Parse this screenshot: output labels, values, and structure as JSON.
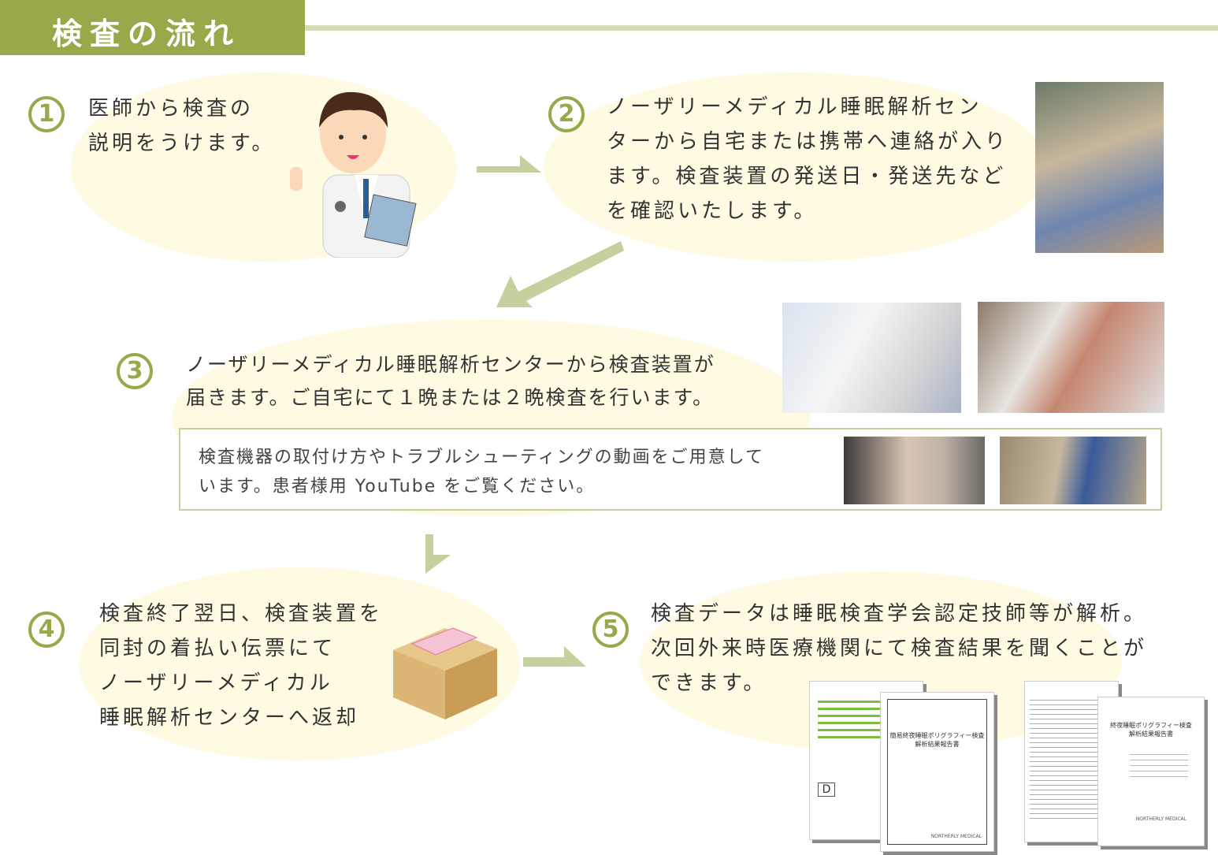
{
  "title": "検査の流れ",
  "colors": {
    "accent": "#97a94a",
    "bubble": "#fefbe2",
    "arrow": "#c5d09f"
  },
  "steps": [
    {
      "num": "1",
      "lines": [
        "医師から検査の",
        "説明をうけます。"
      ]
    },
    {
      "num": "2",
      "lines": [
        "ノーザリーメディカル睡眠解析セン",
        "ターから自宅または携帯へ連絡が入り",
        "ます。検査装置の発送日・発送先など",
        "を確認いたします。"
      ]
    },
    {
      "num": "3",
      "lines": [
        "ノーザリーメディカル睡眠解析センターから検査装置が",
        "届きます。ご自宅にて１晩または２晩検査を行います。"
      ]
    },
    {
      "num": "4",
      "lines": [
        "検査終了翌日、検査装置を",
        "同封の着払い伝票にて",
        "ノーザリーメディカル",
        "睡眠解析センターへ返却"
      ]
    },
    {
      "num": "5",
      "lines": [
        "検査データは睡眠検査学会認定技師等が解析。",
        "次回外来時医療機関にて検査結果を聞くことが",
        "できます。"
      ]
    }
  ],
  "video_note": {
    "lines": [
      "検査機器の取付け方やトラブルシューティングの動画をご用意して",
      "います。患者様用 YouTube をご覧ください。"
    ]
  },
  "documents": [
    {
      "title": "簡易終夜睡眠ポリグラフィー検査",
      "subtitle": "解析結果報告書",
      "grade": "D",
      "logo": "NORTHERLY MEDICAL"
    },
    {
      "title": "終夜睡眠ポリグラフィー検査",
      "subtitle": "解析結果報告書",
      "logo": "NORTHERLY MEDICAL"
    }
  ]
}
